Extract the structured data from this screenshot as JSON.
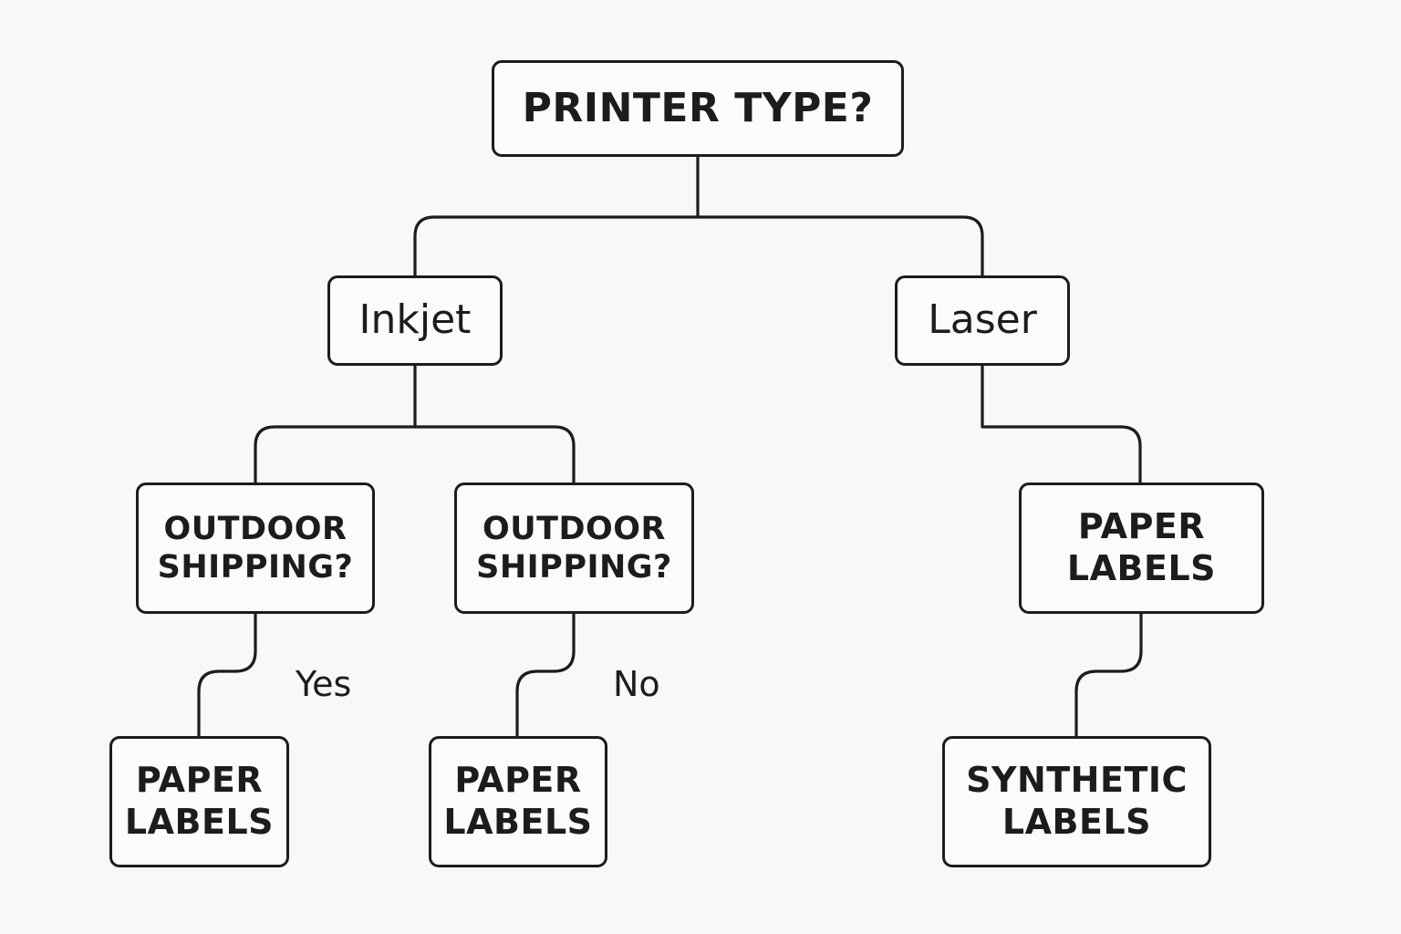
{
  "nodes": {
    "root": {
      "label": "PRINTER TYPE?"
    },
    "inkjet": {
      "label": "Inkjet"
    },
    "laser": {
      "label": "Laser"
    },
    "outdoor_left": {
      "line1": "OUTDOOR",
      "line2": "SHIPPING?"
    },
    "outdoor_right": {
      "line1": "OUTDOOR",
      "line2": "SHIPPING?"
    },
    "laser_paper": {
      "line1": "PAPER",
      "line2": "LABELS"
    },
    "paper_left": {
      "line1": "PAPER",
      "line2": "LABELS"
    },
    "paper_middle": {
      "line1": "PAPER",
      "line2": "LABELS"
    },
    "synthetic": {
      "line1": "SYNTHETIC",
      "line2": "LABELS"
    }
  },
  "edge_labels": {
    "yes": "Yes",
    "no": "No"
  },
  "colors": {
    "background": "#f9f8f6",
    "stroke": "#1c1c1c",
    "text": "#1c1c1c"
  }
}
